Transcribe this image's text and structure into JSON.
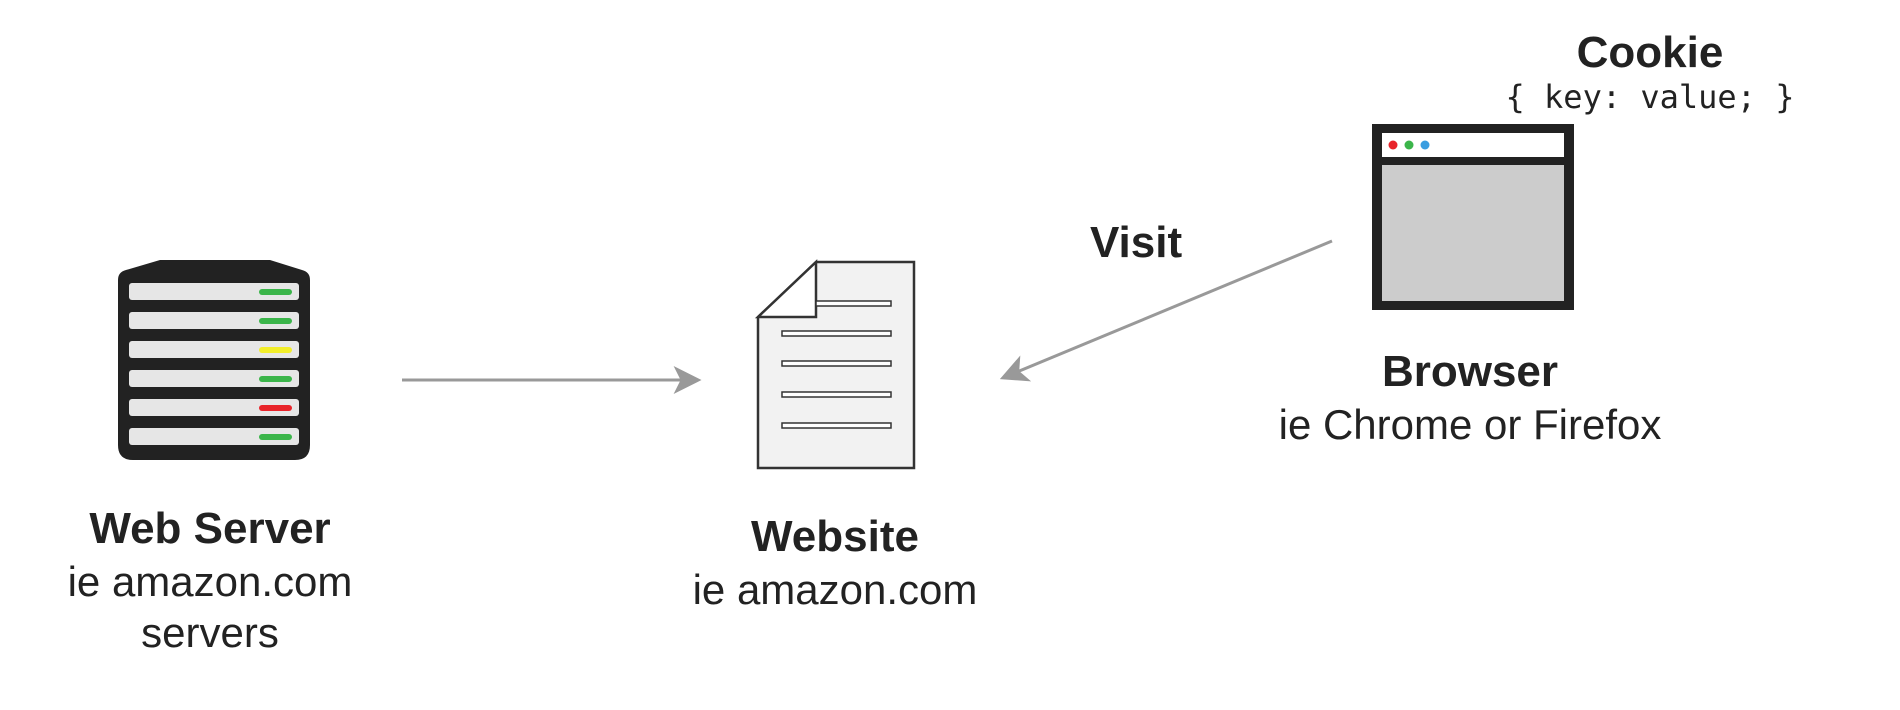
{
  "nodes": {
    "web_server": {
      "title": "Web Server",
      "line1": "ie amazon.com",
      "line2": "servers"
    },
    "website": {
      "title": "Website",
      "subtitle": "ie amazon.com"
    },
    "browser": {
      "title": "Browser",
      "subtitle": "ie Chrome or Firefox"
    }
  },
  "edges": {
    "visit_label": "Visit"
  },
  "cookie": {
    "title": "Cookie",
    "value": "{ key: value; }"
  },
  "server_indicator_colors": [
    "#3bb54a",
    "#3bb54a",
    "#f2ee2a",
    "#3bb54a",
    "#e8242a",
    "#3bb54a"
  ],
  "browser_dot_colors": [
    "#e8242a",
    "#3bb54a",
    "#3a9de0"
  ],
  "colors": {
    "arrow": "#999999",
    "icon_dark": "#222222",
    "server_slot": "#e6e6e6",
    "browser_body": "#cccccc",
    "document_fill": "#f2f2f2"
  }
}
